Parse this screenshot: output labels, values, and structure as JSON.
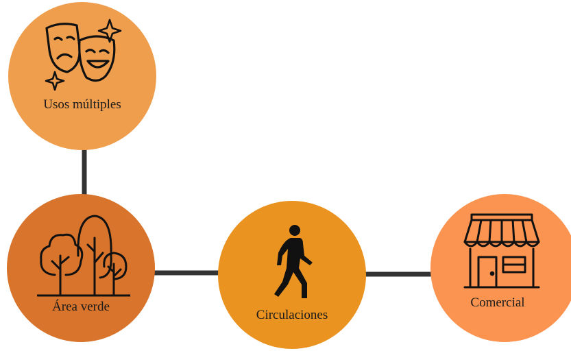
{
  "colors": {
    "connector": "#333333",
    "usos_multiples": "#EE9E4D",
    "area_verde": "#D8742C",
    "circulaciones": "#EA9320",
    "comercial": "#FB9451",
    "icon_stroke": "#111111"
  },
  "nodes": {
    "usos_multiples": {
      "label": "Usos múltiples",
      "icon": "theater-masks-icon"
    },
    "area_verde": {
      "label": "Área verde",
      "icon": "trees-icon"
    },
    "circulaciones": {
      "label": "Circulaciones",
      "icon": "walking-person-icon"
    },
    "comercial": {
      "label": "Comercial",
      "icon": "storefront-icon"
    }
  },
  "connections": [
    {
      "from": "usos_multiples",
      "to": "area_verde"
    },
    {
      "from": "area_verde",
      "to": "circulaciones"
    },
    {
      "from": "circulaciones",
      "to": "comercial"
    }
  ]
}
